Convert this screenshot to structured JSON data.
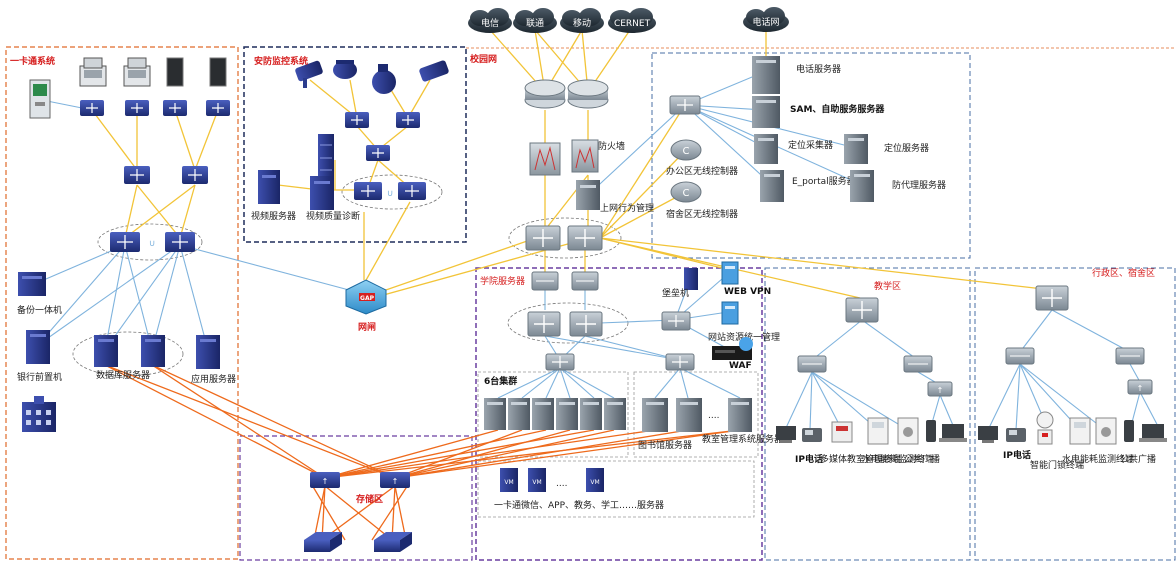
{
  "zones": {
    "card_system": "一卡通系统",
    "security_monitoring": "安防监控系统",
    "campus_network": "校园网",
    "college_servers": "学院服务器",
    "teaching_area": "教学区",
    "admin_dorm_area": "行政区、宿舍区",
    "storage_area": "存储区"
  },
  "clouds": {
    "telecom": "电信",
    "unicom": "联通",
    "mobile": "移动",
    "cernet": "CERNET",
    "phone_network": "电话网"
  },
  "card_system": {
    "backup_machine": "备份一体机",
    "bank_frontend": "银行前置机",
    "db_servers": "数据库服务器",
    "app_servers": "应用服务器"
  },
  "security": {
    "video_server": "视频服务器",
    "video_quality": "视频质量诊断"
  },
  "gatekeeper": {
    "label": "网闸",
    "badge": "GAP"
  },
  "campus_core": {
    "firewall": "防火墙",
    "behavior_mgmt": "上网行为管理",
    "office_wlc": "办公区无线控制器",
    "dorm_wlc": "宿舍区无线控制器"
  },
  "server_area": {
    "phone_server": "电话服务器",
    "sam_server": "SAM、自助服务服务器",
    "locate_collector": "定位采集器",
    "locate_server": "定位服务器",
    "eportal_server": "E_portal服务器",
    "proxy_server": "防代理服务器"
  },
  "college": {
    "bastion": "堡垒机",
    "web_vpn": "WEB VPN",
    "site_resource": "网站资源统一管理",
    "waf": "WAF",
    "cluster": "6台集群",
    "library_server": "图书馆服务器",
    "classroom_server": "教室管理系统服务器",
    "ellipsis": "....",
    "vm_ellipsis": "....",
    "vm_servers": "一卡通微信、APP、教务、学工……服务器",
    "vm_badge": "VM"
  },
  "teaching_terminals": {
    "ip_phone": "IP电话",
    "multimedia": "多媒体教室管理终端",
    "energy": "水电能耗监测终端",
    "broadcast": "公共广播"
  },
  "admin_terminals": {
    "ip_phone": "IP电话",
    "door_lock": "智能门锁终端",
    "energy": "水电能耗监测终端",
    "broadcast": "公共广播"
  },
  "colors": {
    "orange_zone": "#e06a2a",
    "navy_zone": "#1f2d5c",
    "purple_zone": "#6a3fa0",
    "blue_zone": "#4a6fa5",
    "yellow_link": "#f2c438",
    "blue_link": "#7fb3dd",
    "orange_link": "#ee6a1c",
    "device_navy": "#2b3c8e",
    "title_red": "#d62020"
  }
}
